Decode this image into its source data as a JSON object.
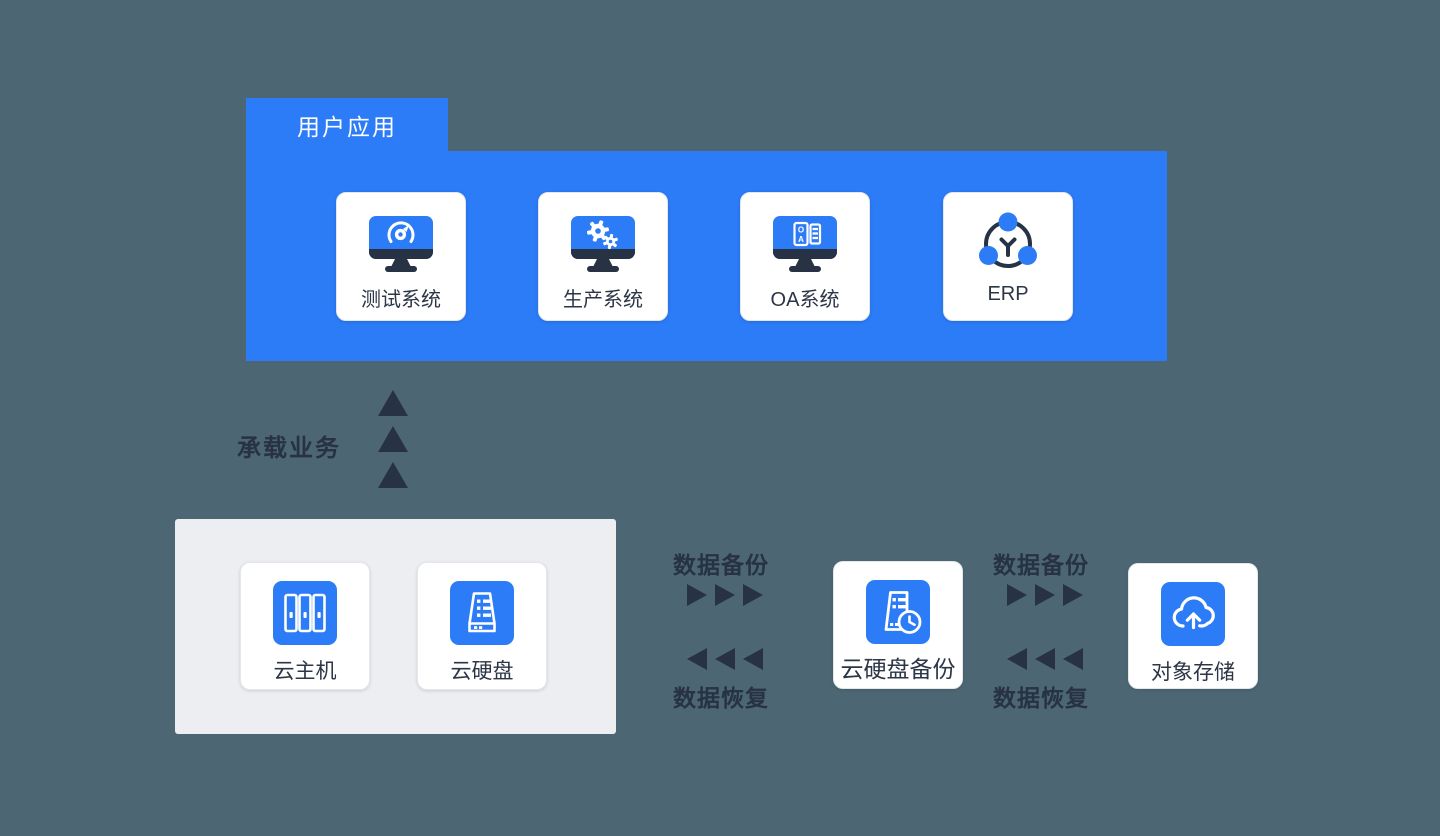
{
  "colors": {
    "background": "#4c6773",
    "accent_blue": "#2c7bf7",
    "dark_navy": "#273245",
    "panel_gray": "#eceef1",
    "card_white": "#ffffff"
  },
  "user_apps": {
    "tab_label": "用户应用",
    "cards": [
      {
        "label": "测试系统",
        "icon": "monitor-gauge-icon"
      },
      {
        "label": "生产系统",
        "icon": "monitor-gears-icon"
      },
      {
        "label": "OA系统",
        "icon": "monitor-oa-icon"
      },
      {
        "label": "ERP",
        "icon": "erp-share-ring-icon"
      }
    ]
  },
  "carry": {
    "label": "承载业务",
    "arrow_icon": "up-arrow-icon",
    "arrow_count": 3
  },
  "infra": {
    "cards": [
      {
        "label": "云主机",
        "icon": "cloud-host-icon"
      },
      {
        "label": "云硬盘",
        "icon": "cloud-disk-icon"
      }
    ]
  },
  "flows": [
    {
      "backup_label": "数据备份",
      "restore_label": "数据恢复",
      "backup_arrow_icon": "right-arrow-icon",
      "restore_arrow_icon": "left-arrow-icon",
      "arrow_count": 3
    },
    {
      "backup_label": "数据备份",
      "restore_label": "数据恢复",
      "backup_arrow_icon": "right-arrow-icon",
      "restore_arrow_icon": "left-arrow-icon",
      "arrow_count": 3
    }
  ],
  "backup_card": {
    "label": "云硬盘备份",
    "icon": "disk-backup-clock-icon"
  },
  "storage_card": {
    "label": "对象存储",
    "icon": "cloud-upload-icon"
  }
}
